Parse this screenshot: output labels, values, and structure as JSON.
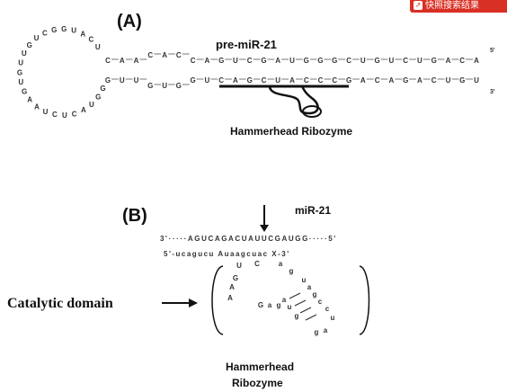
{
  "badge": {
    "text": "快照搜索结果"
  },
  "panel_a": {
    "label": "(A)",
    "title": "pre-miR-21",
    "ribozyme_label": "Hammerhead Ribozyme",
    "loop_nts": [
      "U",
      "C",
      "A",
      "U",
      "G",
      "G",
      "C",
      "U",
      "G",
      "U",
      "U",
      "G",
      "U",
      "G",
      "A",
      "A",
      "U",
      "C",
      "U",
      "C",
      "A",
      "U",
      "G",
      "G"
    ],
    "top_strand": [
      "C",
      "A",
      "A",
      "C",
      "A",
      "C",
      "C",
      "A",
      "G",
      "U",
      "C",
      "G",
      "A",
      "U",
      "G",
      "G",
      "G",
      "C",
      "U",
      "G",
      "U",
      "C",
      "U",
      "G",
      "A",
      "C",
      "A"
    ],
    "bottom_strand": [
      "G",
      "U",
      "U",
      "G",
      "U",
      "G",
      "G",
      "U",
      "C",
      "A",
      "G",
      "C",
      "U",
      "A",
      "C",
      "C",
      "C",
      "G",
      "A",
      "C",
      "A",
      "G",
      "A",
      "C",
      "U",
      "G",
      "U"
    ],
    "end_markers": [
      "5'",
      "3'"
    ]
  },
  "panel_b": {
    "label": "(B)",
    "title": "miR-21",
    "top_strand": "3'·····AGUCAGACUAUUCGAUGG·····5'",
    "bottom_strand": "5'-ucagucu Auaagcuac X-3'",
    "catalytic_label": "Catalytic domain",
    "ribozyme_line1": "Hammerhead",
    "ribozyme_line2": "Ribozyme",
    "core_nts": [
      "U",
      "C",
      "G",
      "A",
      "A",
      "a",
      "g",
      "u",
      "a",
      "g",
      "c",
      "c",
      "u",
      "a",
      "g",
      "g",
      "u",
      "a",
      "G",
      "a",
      "g"
    ]
  }
}
